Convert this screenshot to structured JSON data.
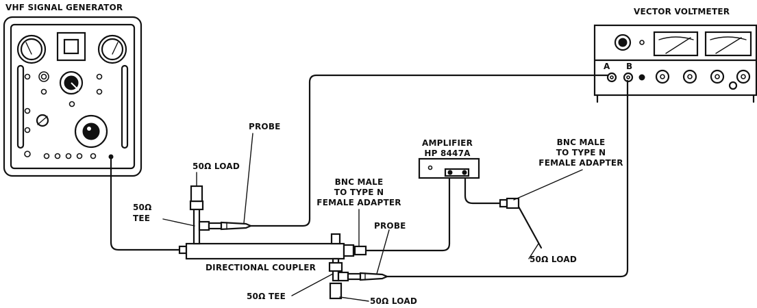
{
  "labels": {
    "vhf_signal_generator": "VHF SIGNAL GENERATOR",
    "vector_voltmeter": "VECTOR VOLTMETER",
    "port_a": "A",
    "port_b": "B",
    "amplifier_line1": "AMPLIFIER",
    "amplifier_line2": "HP 8447A",
    "probe_top": "PROBE",
    "probe_bottom": "PROBE",
    "load_top": "50Ω LOAD",
    "load_right": "50Ω LOAD",
    "load_bottom": "50Ω LOAD",
    "tee_top_line1": "50Ω",
    "tee_top_line2": "TEE",
    "tee_bottom": "50Ω TEE",
    "adapter_center_line1": "BNC MALE",
    "adapter_center_line2": "TO TYPE N",
    "adapter_center_line3": "FEMALE ADAPTER",
    "adapter_right_line1": "BNC MALE",
    "adapter_right_line2": "TO TYPE N",
    "adapter_right_line3": "FEMALE ADAPTER",
    "directional_coupler": "DIRECTIONAL COUPLER"
  },
  "colors": {
    "ink": "#111111",
    "background": "#ffffff"
  }
}
